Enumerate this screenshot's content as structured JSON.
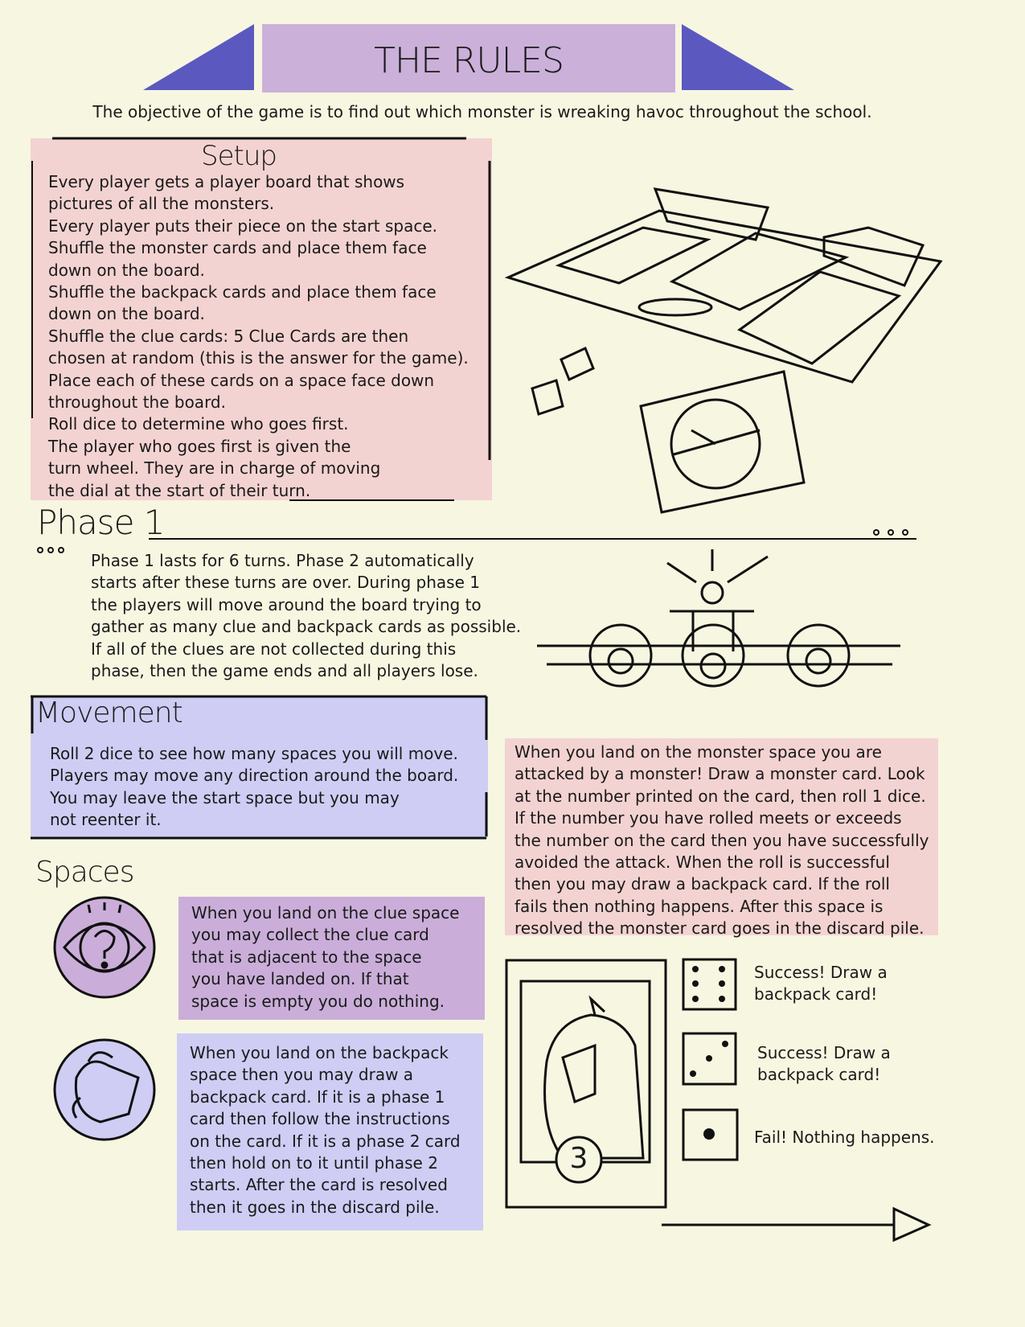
{
  "header": {
    "title": "THE RULES",
    "objective": "The objective of the game is to find out which monster is wreaking havoc throughout the school."
  },
  "setup": {
    "title": "Setup",
    "text": "Every player gets a player board that shows\npictures of all the monsters.\nEvery player puts their piece on the start space.\nShuffle the monster cards and place them face\ndown on the board.\nShuffle the backpack cards and place them face\ndown on the board.\nShuffle the clue cards: 5 Clue Cards are then\nchosen at random (this is the answer for the game).\nPlace each of these cards on a space face down\nthroughout the board.\nRoll dice to determine who goes first.\nThe player who goes first is given the\nturn wheel. They are in charge of moving\nthe dial at the start of their turn."
  },
  "phase1": {
    "title": "Phase 1",
    "text": "Phase 1 lasts for 6 turns. Phase 2 automatically\nstarts after these turns are over. During phase 1\nthe players will move around the board trying to\ngather as many clue and backpack cards as possible.\nIf all of the clues are not collected during this\nphase, then the game ends and all players lose."
  },
  "movement": {
    "title": "Movement",
    "text": "Roll 2 dice to see how many spaces you will move.\nPlayers may move any direction around the board.\nYou may leave the start space but you may\nnot reenter it."
  },
  "spaces": {
    "title": "Spaces",
    "clue": "When you land on the clue space\nyou may collect the clue card\nthat is adjacent to the space\nyou have landed on. If that\nspace is empty you do nothing.",
    "backpack": "When you land on the backpack\nspace then you may draw a\nbackpack card. If it is a phase 1\ncard then follow the instructions\non the card. If it is a phase 2 card\nthen hold on to it until phase 2\nstarts. After the card is resolved\nthen it goes in the discard pile.",
    "monster": "When you land on the monster space you are\nattacked by a monster! Draw a monster card. Look\nat the number printed on the card, then roll 1 dice.\nIf the number you have rolled meets or exceeds\nthe number on the card then you have successfully\navoided the attack. When the roll is successful\nthen you may draw a backpack card. If the roll\nfails then nothing happens. After this space is\nresolved the monster card goes in the discard pile."
  },
  "example": {
    "card_number": "3",
    "outcomes": [
      {
        "die": 6,
        "text": "Success! Draw a\nbackpack card!"
      },
      {
        "die": 3,
        "text": "Success! Draw a\nbackpack card!"
      },
      {
        "die": 1,
        "text": "Fail! Nothing happens."
      }
    ]
  },
  "colors": {
    "background": "#f7f6e1",
    "header": "#cbb0da",
    "triangle": "#5b59bf",
    "pink": "#f3d3d1",
    "lavender": "#cfcdf4",
    "purple": "#caaed9"
  }
}
